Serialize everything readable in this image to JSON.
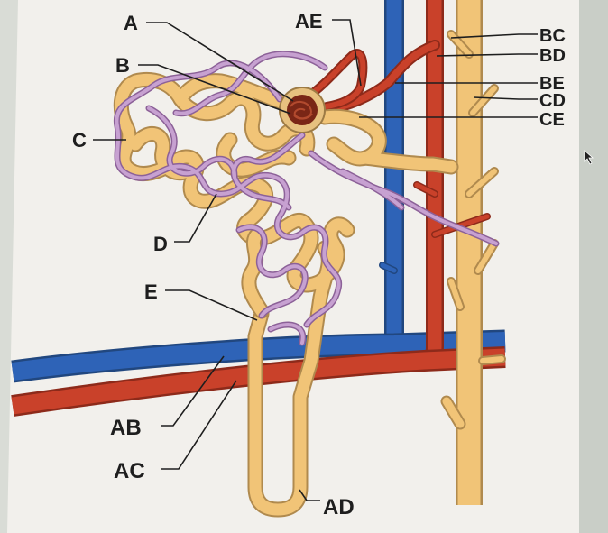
{
  "diagram": {
    "labels": {
      "A": "A",
      "B": "B",
      "C": "C",
      "D": "D",
      "E": "E",
      "AB": "AB",
      "AC": "AC",
      "AD": "AD",
      "AE": "AE",
      "BC": "BC",
      "BD": "BD",
      "BE": "BE",
      "CD": "CD",
      "CE": "CE"
    },
    "colors": {
      "vein": "#2e63b7",
      "artery": "#c9412a",
      "tubule": "#f1c477",
      "tubule_outline": "#b08a4e",
      "capillary": "#b78dc2",
      "glomerulus": "#7a2616",
      "paper": "#f2f0ec"
    }
  }
}
